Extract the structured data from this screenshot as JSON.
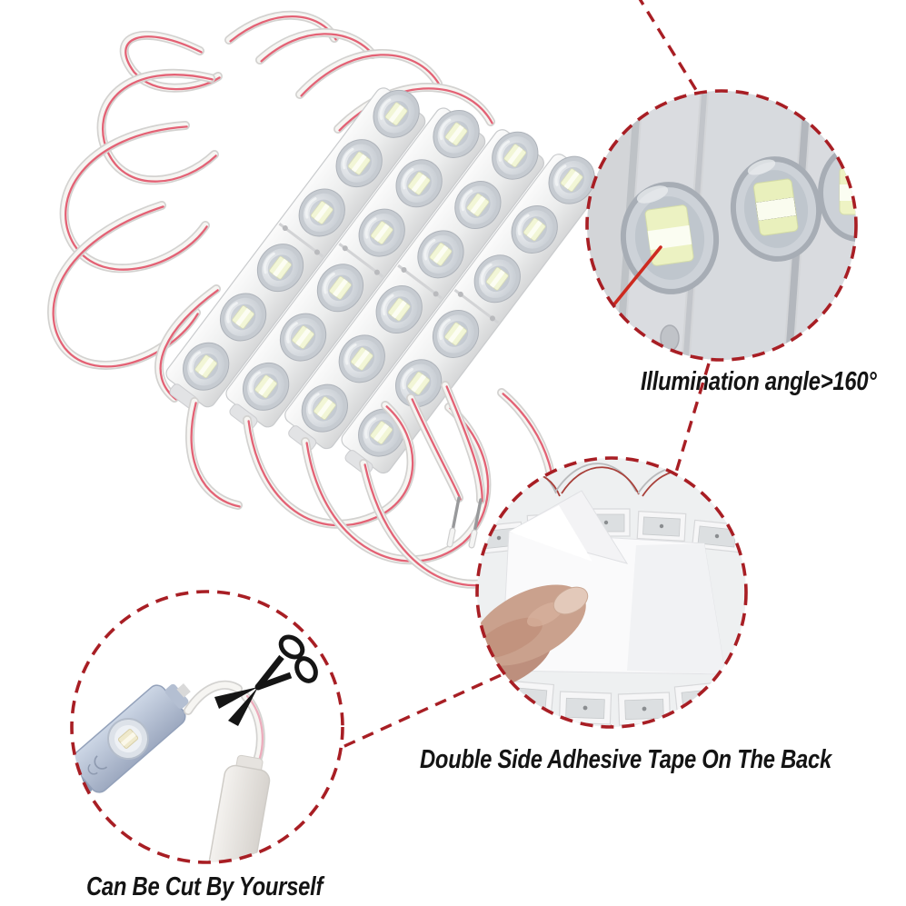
{
  "captions": {
    "illumination_angle": "Illumination angle>160°",
    "adhesive_tape": "Double Side Adhesive Tape On The Back",
    "cut_yourself": "Can Be Cut By Yourself"
  },
  "icons": {
    "scissors": "✂"
  },
  "colors": {
    "background": "#ffffff",
    "callout_dash_red": "#a81e24",
    "pointer_red": "#cd2a1f",
    "caption_text": "#141414",
    "wire_stripe_red": "#e25a6e",
    "module_plastic": "#ececed",
    "led_chip": "#f2f6d6",
    "cut_module_body": "#b7c2d5"
  }
}
